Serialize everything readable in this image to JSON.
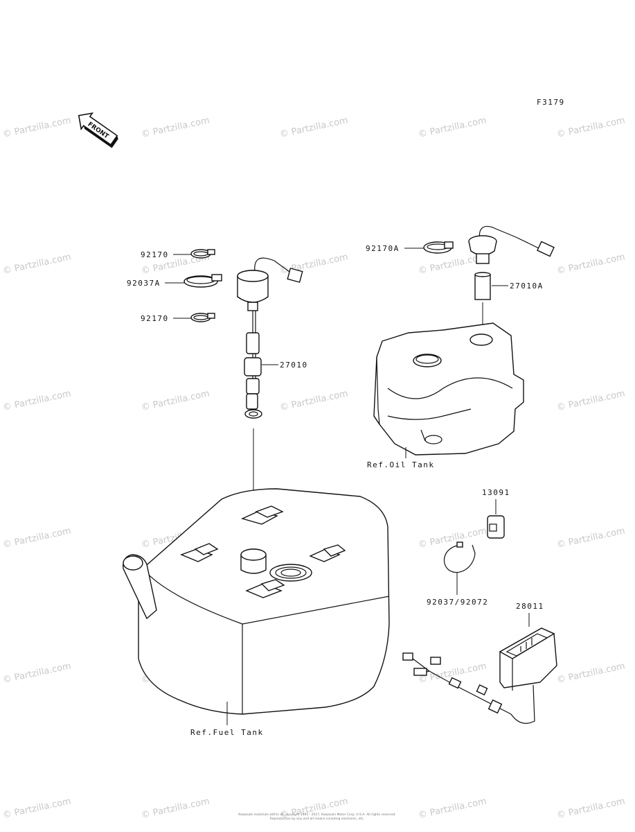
{
  "figure_code": "F3179",
  "front_label": "FRONT",
  "watermark_text": "© Partzilla.com",
  "labels": {
    "p92170_top": "92170",
    "p92037A": "92037A",
    "p92170_bottom": "92170",
    "p27010": "27010",
    "p92170A": "92170A",
    "p27010A": "27010A",
    "ref_oil_tank": "Ref.Oil Tank",
    "p13091": "13091",
    "p92037_92072": "92037/92072",
    "p28011": "28011",
    "ref_fuel_tank": "Ref.Fuel Tank"
  },
  "footer": {
    "line1": "Kawasaki materials within all copyright 1995 - 2017, Kawasaki Motor Corp, U.S.A. All rights reserved.",
    "line2": "Reproduction by any and all means including electronic, etc."
  }
}
